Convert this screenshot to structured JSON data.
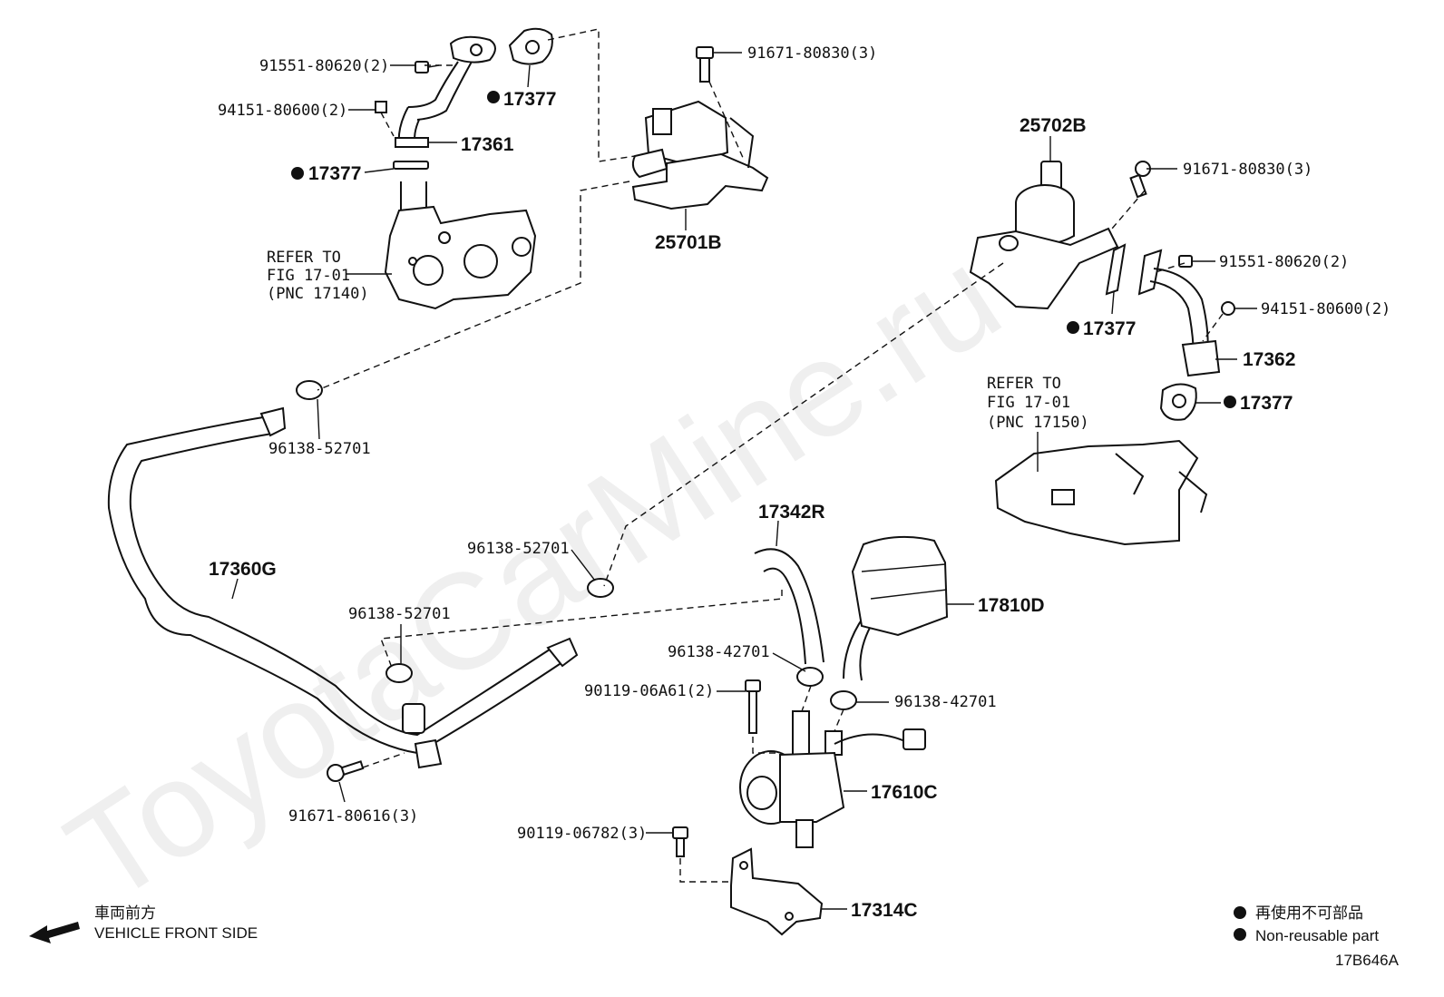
{
  "watermark": "ToyotaCarMine.ru",
  "labels": {
    "p91551_top": "91551-80620(2)",
    "p94151_top": "94151-80600(2)",
    "p17361": "17361",
    "p17377_a": "17377",
    "p17377_b": "17377",
    "refer1_l1": "REFER TO",
    "refer1_l2": "FIG 17-01",
    "refer1_l3": "(PNC 17140)",
    "p91671_top": "91671-80830(3)",
    "p25701B": "25701B",
    "p25702B": "25702B",
    "p91671_right": "91671-80830(3)",
    "p91551_right": "91551-80620(2)",
    "p94151_right": "94151-80600(2)",
    "p17377_c": "17377",
    "p17362": "17362",
    "p17377_d": "17377",
    "refer2_l1": "REFER TO",
    "refer2_l2": "FIG 17-01",
    "refer2_l3": "(PNC 17150)",
    "p96138_a": "96138-52701",
    "p17360G": "17360G",
    "p96138_b": "96138-52701",
    "p96138_c": "96138-52701",
    "p17342R": "17342R",
    "p17810D": "17810D",
    "p96138_42701_a": "96138-42701",
    "p90119_06A61": "90119-06A61(2)",
    "p96138_42701_b": "96138-42701",
    "p17610C": "17610C",
    "p91671_80616": "91671-80616(3)",
    "p90119_06782": "90119-06782(3)",
    "p17314C": "17314C"
  },
  "direction": {
    "jp": "車両前方",
    "en": "VEHICLE FRONT SIDE"
  },
  "legend": {
    "jp": "再使用不可部品",
    "en": "Non-reusable part"
  },
  "figure_id": "17B646A"
}
